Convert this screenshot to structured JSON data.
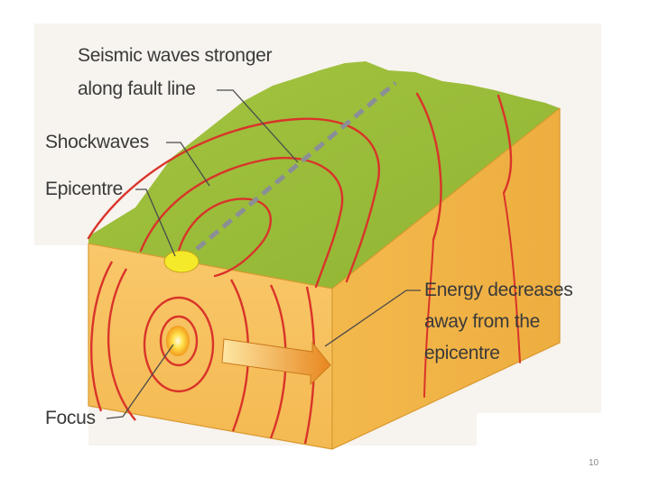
{
  "diagram": {
    "labels": {
      "seismic_waves_line1": "Seismic waves stronger",
      "seismic_waves_line2": "along fault line",
      "shockwaves": "Shockwaves",
      "epicentre": "Epicentre",
      "energy_line1": "Energy decreases",
      "energy_line2": "away from the",
      "energy_line3": "epicentre",
      "focus": "Focus"
    },
    "colors": {
      "top_surface": "#9bbf3a",
      "front_face": "#f6c257",
      "side_face": "#f2b444",
      "wave_lines": "#d9342a",
      "fault_line": "#8a8f96",
      "epicentre": "#f4ea2a",
      "arrow": "#f2a33a",
      "label_text": "#3a3a3a"
    }
  },
  "page": {
    "number": "10"
  }
}
